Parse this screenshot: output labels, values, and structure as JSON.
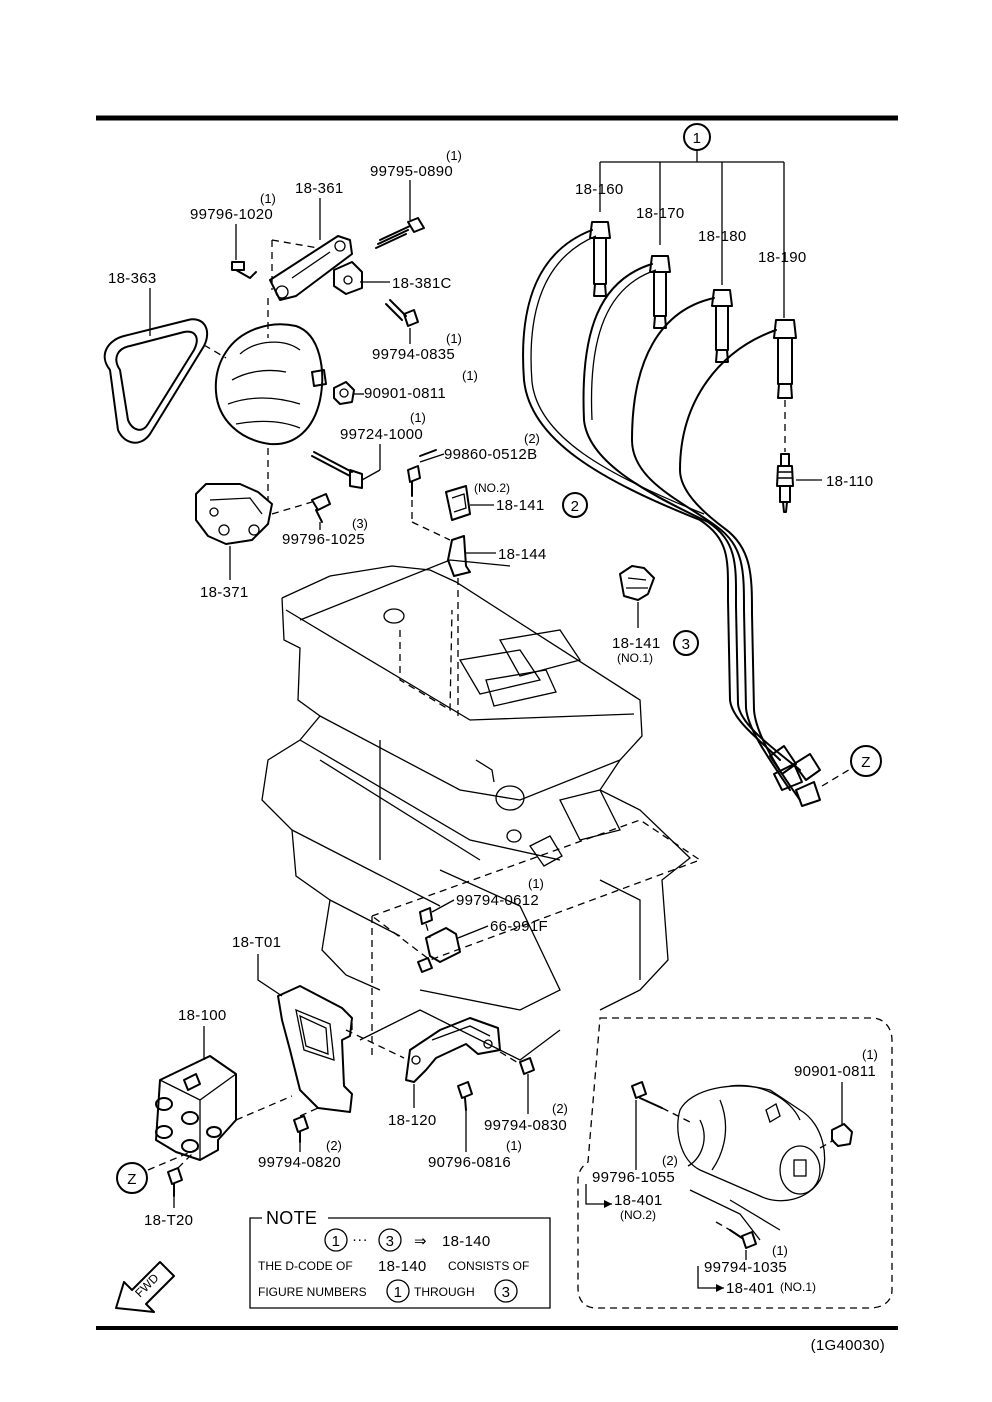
{
  "diagram_code": "(1G40030)",
  "fwd_label": "FWD",
  "group_callout": "1",
  "callouts": [
    {
      "id": "c2",
      "text": "2"
    },
    {
      "id": "c3",
      "text": "3"
    },
    {
      "id": "z1",
      "text": "Z"
    },
    {
      "id": "z2",
      "text": "Z"
    }
  ],
  "parts": [
    {
      "id": "p18_160",
      "text": "18-160"
    },
    {
      "id": "p18_170",
      "text": "18-170"
    },
    {
      "id": "p18_180",
      "text": "18-180"
    },
    {
      "id": "p18_190",
      "text": "18-190"
    },
    {
      "id": "p18_110",
      "text": "18-110"
    },
    {
      "id": "p18_361",
      "text": "18-361"
    },
    {
      "id": "p18_363",
      "text": "18-363"
    },
    {
      "id": "p18_381c",
      "text": "18-381C"
    },
    {
      "id": "p18_371",
      "text": "18-371"
    },
    {
      "id": "p18_141a",
      "text": "18-141"
    },
    {
      "id": "p18_141b",
      "text": "18-141"
    },
    {
      "id": "p18_144",
      "text": "18-144"
    },
    {
      "id": "p18_t01",
      "text": "18-T01"
    },
    {
      "id": "p18_100",
      "text": "18-100"
    },
    {
      "id": "p18_120",
      "text": "18-120"
    },
    {
      "id": "p18_t20",
      "text": "18-T20"
    },
    {
      "id": "p66_991f",
      "text": "66-991F"
    },
    {
      "id": "p18_401a",
      "text": "18-401"
    },
    {
      "id": "p18_401b",
      "text": "18-401"
    }
  ],
  "fasteners": [
    {
      "id": "f99795_0890",
      "text": "99795-0890",
      "qty": "(1)"
    },
    {
      "id": "f99796_1020",
      "text": "99796-1020",
      "qty": "(1)"
    },
    {
      "id": "f99794_0835",
      "text": "99794-0835",
      "qty": "(1)"
    },
    {
      "id": "f90901_0811a",
      "text": "90901-0811",
      "qty": "(1)"
    },
    {
      "id": "f99724_1000",
      "text": "99724-1000",
      "qty": "(1)"
    },
    {
      "id": "f99860_0512b",
      "text": "99860-0512B",
      "qty": "(2)"
    },
    {
      "id": "f99796_1025",
      "text": "99796-1025",
      "qty": "(3)"
    },
    {
      "id": "f99794_0612",
      "text": "99794-0612",
      "qty": "(1)"
    },
    {
      "id": "f99794_0830",
      "text": "99794-0830",
      "qty": "(2)"
    },
    {
      "id": "f99794_0820",
      "text": "99794-0820",
      "qty": "(2)"
    },
    {
      "id": "f90796_0816",
      "text": "90796-0816",
      "qty": "(1)"
    },
    {
      "id": "f90901_0811b",
      "text": "90901-0811",
      "qty": "(1)"
    },
    {
      "id": "f99796_1055",
      "text": "99796-1055",
      "qty": "(2)"
    },
    {
      "id": "f99794_1035",
      "text": "99794-1035",
      "qty": "(1)"
    }
  ],
  "sub_labels": {
    "no2_clip": "(NO.2)",
    "no1_clip": "(NO.1)",
    "no2_starter": "(NO.2)",
    "no1_starter": "(NO.1)"
  },
  "note": {
    "title": "NOTE",
    "circ_from": "1",
    "ellipsis": "···",
    "circ_to": "3",
    "arrow": "⇒",
    "code": "18-140",
    "line2_a": "THE D-CODE OF",
    "line2_code": "18-140",
    "line2_b": "CONSISTS OF",
    "line3_a": "FIGURE NUMBERS",
    "line3_circ1": "1",
    "line3_mid": "THROUGH",
    "line3_circ2": "3"
  }
}
